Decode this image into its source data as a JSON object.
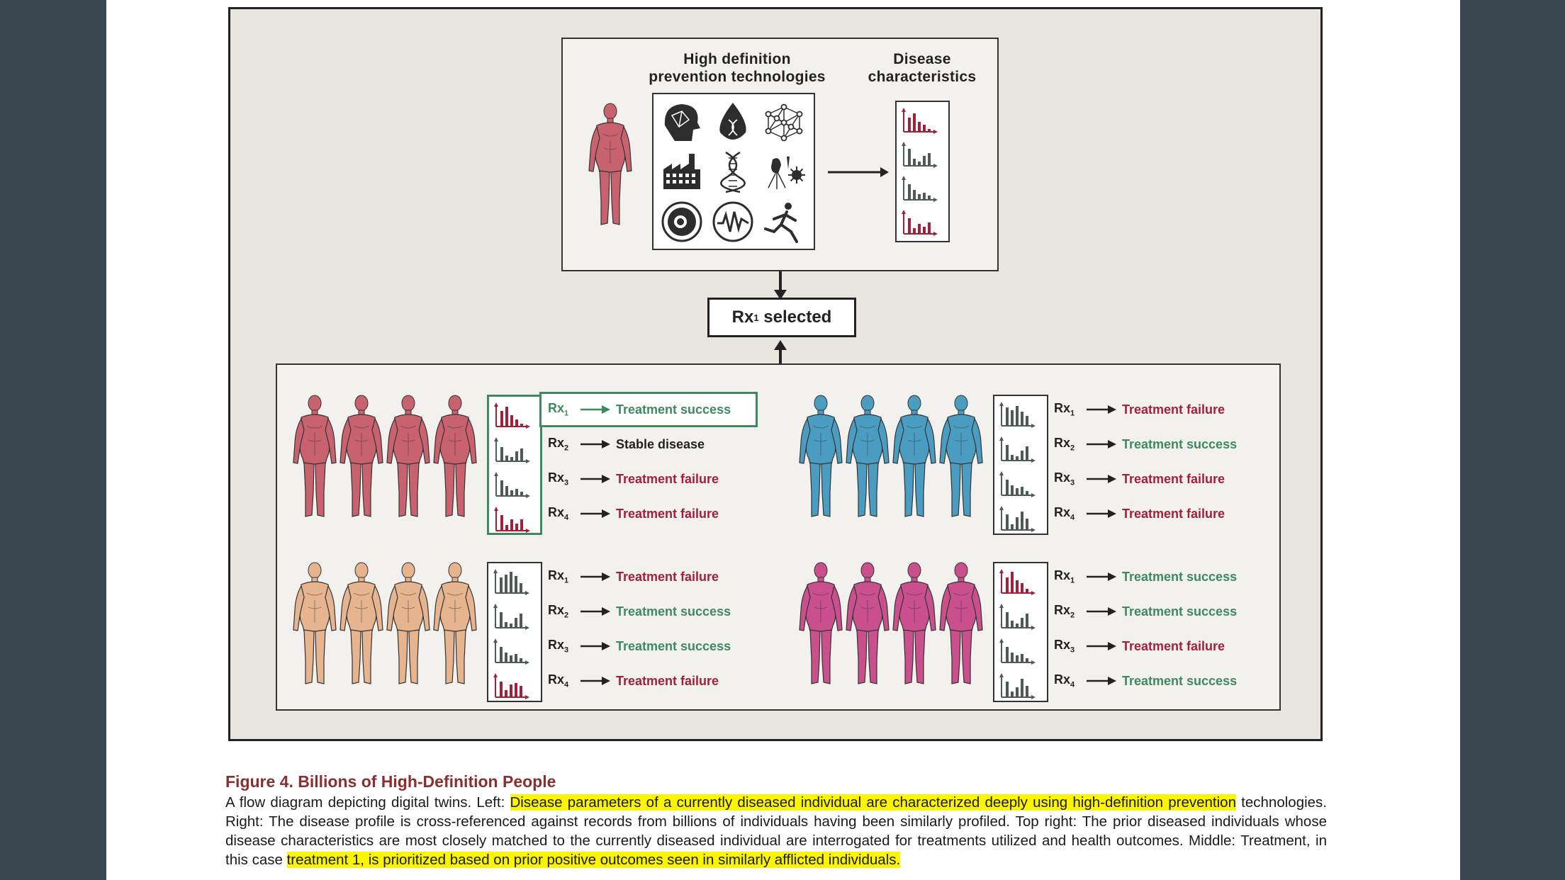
{
  "colors": {
    "success": "#3e8a5e",
    "failure": "#a3203a",
    "person_red": "#c9626f",
    "person_blue": "#4a9dc0",
    "person_tan": "#e6b48e",
    "person_pink": "#c9508d",
    "caption_title": "#8b2e2e",
    "highlight": "#fbf600"
  },
  "top_panel": {
    "header_tech_line1": "High definition",
    "header_tech_line2": "prevention technologies",
    "header_disease_line1": "Disease",
    "header_disease_line2": "characteristics",
    "tech_icons": [
      "brain-network-icon",
      "blood-drop-dna-icon",
      "molecule-network-icon",
      "factory-icon",
      "dna-helix-icon",
      "microbe-virus-icon",
      "cell-icon",
      "waveform-icon",
      "runner-icon"
    ]
  },
  "selected": {
    "prefix": "Rx",
    "sub": "1",
    "suffix": " selected"
  },
  "groups": [
    {
      "color": "person_red",
      "rows": [
        {
          "rx": "Rx",
          "sub": "1",
          "outcome": "Treatment success",
          "status": "success",
          "selected": true
        },
        {
          "rx": "Rx",
          "sub": "2",
          "outcome": "Stable disease",
          "status": "stable"
        },
        {
          "rx": "Rx",
          "sub": "3",
          "outcome": "Treatment failure",
          "status": "failure"
        },
        {
          "rx": "Rx",
          "sub": "4",
          "outcome": "Treatment failure",
          "status": "failure"
        }
      ]
    },
    {
      "color": "person_blue",
      "rows": [
        {
          "rx": "Rx",
          "sub": "1",
          "outcome": "Treatment failure",
          "status": "failure"
        },
        {
          "rx": "Rx",
          "sub": "2",
          "outcome": "Treatment success",
          "status": "success"
        },
        {
          "rx": "Rx",
          "sub": "3",
          "outcome": "Treatment failure",
          "status": "failure"
        },
        {
          "rx": "Rx",
          "sub": "4",
          "outcome": "Treatment failure",
          "status": "failure"
        }
      ]
    },
    {
      "color": "person_tan",
      "rows": [
        {
          "rx": "Rx",
          "sub": "1",
          "outcome": "Treatment failure",
          "status": "failure"
        },
        {
          "rx": "Rx",
          "sub": "2",
          "outcome": "Treatment success",
          "status": "success"
        },
        {
          "rx": "Rx",
          "sub": "3",
          "outcome": "Treatment success",
          "status": "success"
        },
        {
          "rx": "Rx",
          "sub": "4",
          "outcome": "Treatment failure",
          "status": "failure"
        }
      ]
    },
    {
      "color": "person_pink",
      "rows": [
        {
          "rx": "Rx",
          "sub": "1",
          "outcome": "Treatment success",
          "status": "success"
        },
        {
          "rx": "Rx",
          "sub": "2",
          "outcome": "Treatment success",
          "status": "success"
        },
        {
          "rx": "Rx",
          "sub": "3",
          "outcome": "Treatment failure",
          "status": "failure"
        },
        {
          "rx": "Rx",
          "sub": "4",
          "outcome": "Treatment success",
          "status": "success"
        }
      ]
    }
  ],
  "caption": {
    "title": "Figure 4.  Billions of High-Definition People",
    "text_before_hl1": "A flow diagram depicting digital twins. Left: ",
    "highlight_1": "Disease parameters of a currently diseased individual are characterized deeply using high-definition prevention",
    "text_middle": " technologies. Right: The disease profile is cross-referenced against records from billions of individuals having been similarly profiled. Top right: The prior diseased individuals whose disease characteristics are most closely matched to the currently diseased individual are interrogated for treatments utilized and health outcomes. Middle: Treatment, in this case ",
    "highlight_2": "treatment 1, is prioritized based on prior positive outcomes seen in similarly afflicted individuals."
  }
}
